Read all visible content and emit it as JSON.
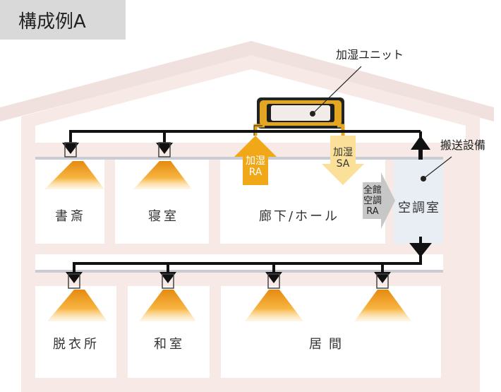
{
  "title": "構成例A",
  "callouts": {
    "humidifier": "加湿ユニット",
    "conveyor": "搬送設備"
  },
  "arrows": {
    "humid_ra": [
      "加湿",
      "RA"
    ],
    "humid_sa": [
      "加湿",
      "SA"
    ],
    "whole_ra": [
      "全館",
      "空調",
      "RA"
    ]
  },
  "rooms": {
    "study": "書斎",
    "bedroom": "寝室",
    "hall": "廊下/ホール",
    "ac_room": "空調室",
    "dressing": "脱衣所",
    "japanese": "和室",
    "living": "居間"
  },
  "colors": {
    "wall": "#f7e9e6",
    "duct": "#111111",
    "ra_arrow": "#f0a818",
    "sa_arrow": "#fbe09a",
    "grey_arrow": "#c7c7c7",
    "ac_room_fill": "#e9eef5",
    "light": "#f5a623"
  }
}
